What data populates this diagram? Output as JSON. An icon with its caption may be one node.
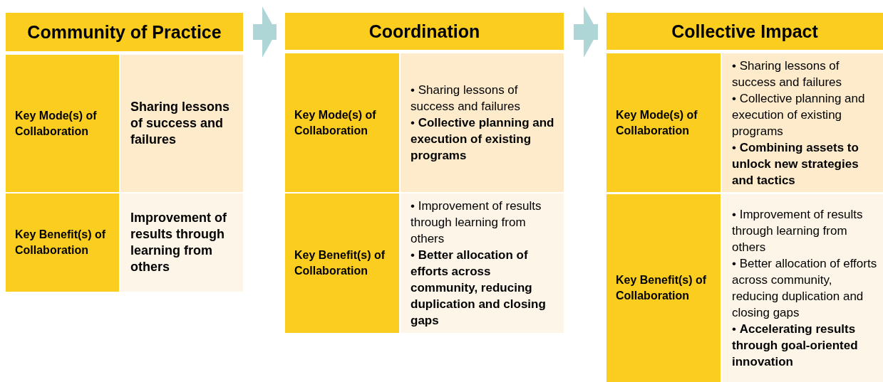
{
  "diagram": {
    "nodes": [
      {
        "text": [
          "Community of Practice"
        ]
      },
      {
        "text": [
          "Key Mode(s) of Collaboration"
        ]
      },
      {
        "text": [
          "Sharing lessons of success and failures"
        ]
      },
      {
        "text": [
          "Key Benefit(s) of Collaboration"
        ]
      },
      {
        "text": [
          "Improvement of results through learning from others"
        ]
      },
      {
        "text": [
          "Coordination"
        ]
      },
      {
        "text": [
          "Key Mode(s) of Collaboration"
        ]
      },
      {
        "text": [
          "• Sharing lessons of success and failures",
          "• **Collective planning and execution of existing programs**"
        ]
      },
      {
        "text": [
          "Key Benefit(s) of Collaboration"
        ]
      },
      {
        "text": [
          "• Improvement of results through learning from others",
          "• **Better allocation of efforts across community, reducing duplication and closing gaps**"
        ]
      },
      {
        "text": [
          "Collective Impact"
        ]
      },
      {
        "text": [
          "Key Mode(s) of Collaboration"
        ]
      },
      {
        "text": [
          "• Sharing lessons of success and failures",
          "• Collective planning and execution of existing programs",
          "• **Combining assets to unlock new strategies and tactics**"
        ]
      },
      {
        "text": [
          "Key Benefit(s) of Collaboration"
        ]
      },
      {
        "text": [
          "• Improvement of results through learning from others",
          "• Better allocation of efforts across community, reducing duplication and closing gaps",
          "• **Accelerating results through goal-oriented innovation**"
        ]
      }
    ],
    "edges": [
      {
        "from": 0,
        "to": 5,
        "arrow": "to"
      },
      {
        "from": 5,
        "to": 10,
        "arrow": "to"
      }
    ]
  }
}
